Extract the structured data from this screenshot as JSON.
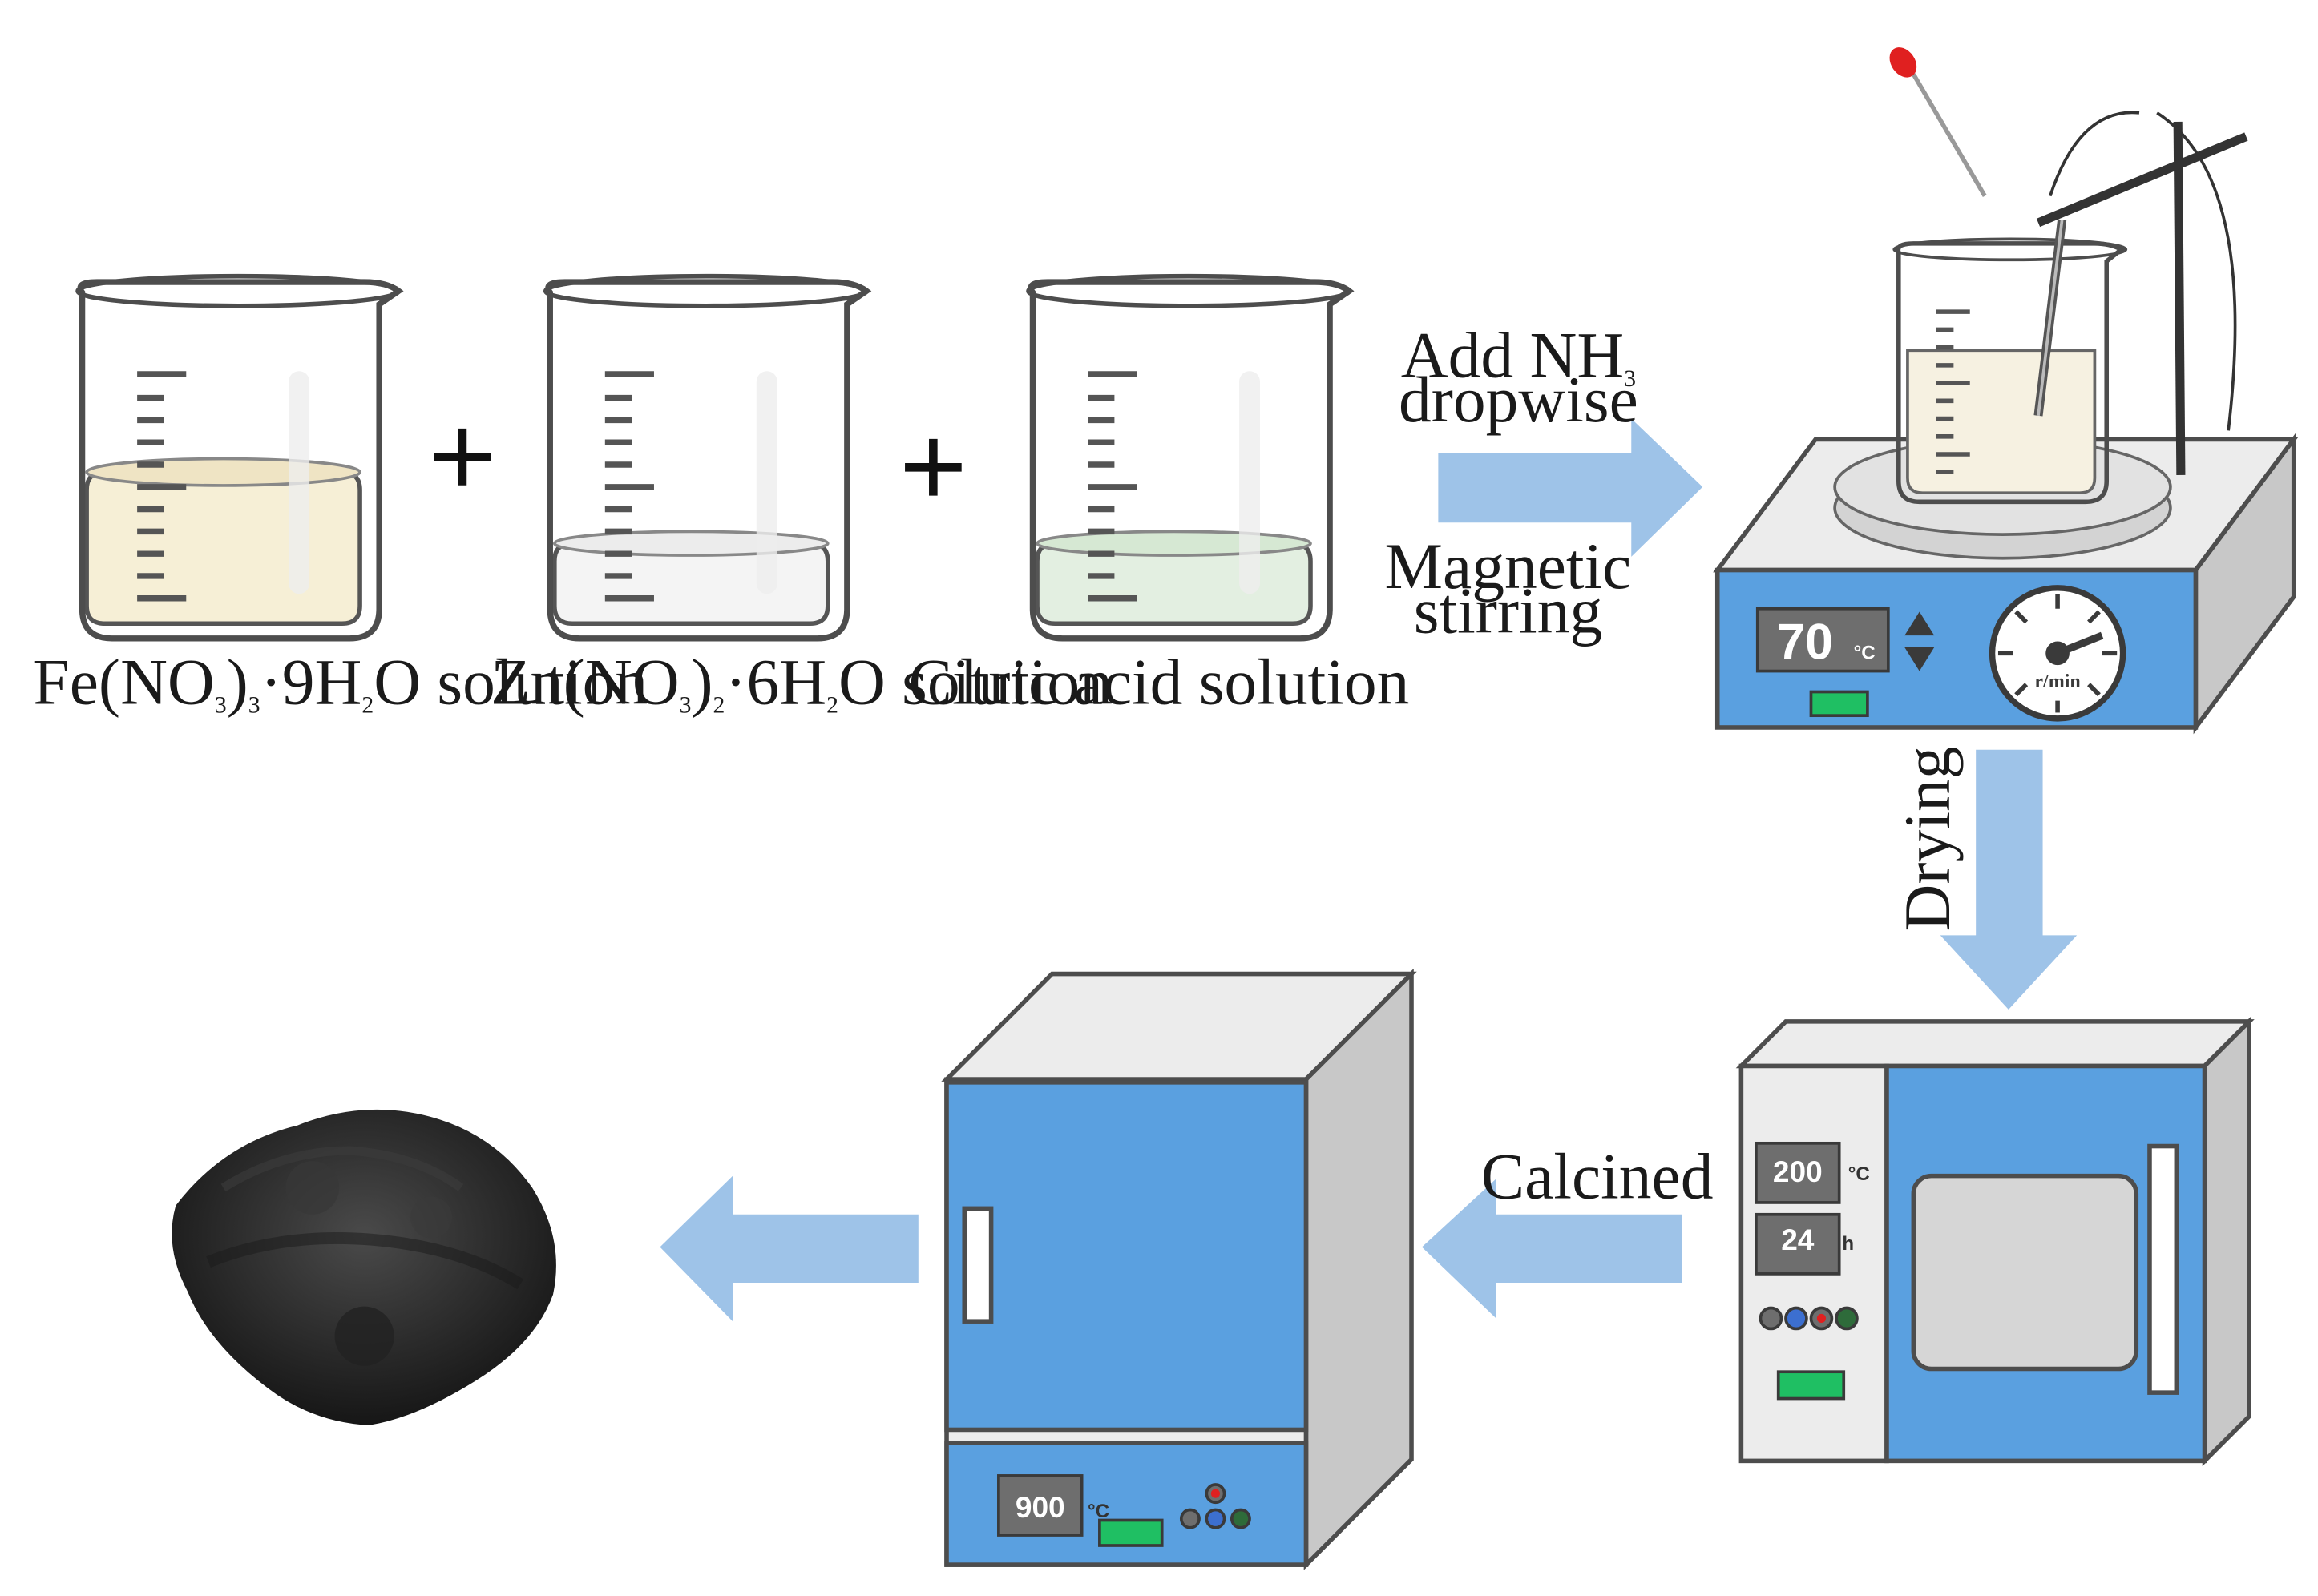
{
  "colors": {
    "arrow": "#9ec3e8",
    "device_blue": "#5aa0e0",
    "beaker_outline": "#4d4d4d",
    "fe_solution": "#f6efd6",
    "zn_solution": "#f4f4f4",
    "citric_solution": "#e3efe1",
    "display_bg": "#6e6e6e",
    "led_green": "#1fbf63",
    "powder": "#2a2a2a"
  },
  "beakers": [
    {
      "label_main": "Fe(NO",
      "sub1": "3",
      "label_mid": ")",
      "sub2": "3",
      "label_mid2": "·9H",
      "sub3": "2",
      "label_end": "O solution"
    },
    {
      "label_main": "Zn(NO",
      "sub1": "3",
      "label_mid": ")",
      "sub2": "2",
      "label_mid2": "·6H",
      "sub3": "2",
      "label_end": "O solution"
    },
    {
      "label": "Citric acid solution"
    }
  ],
  "operators": [
    "+",
    "+"
  ],
  "step1": {
    "top_line1": "Add NH",
    "top_sub": "3",
    "top_line2": "dropwise",
    "bottom_line1": "Magnetic",
    "bottom_line2": "stirring"
  },
  "stirrer": {
    "temperature": "70",
    "unit": "°C",
    "dial_label": "r/min"
  },
  "step2": {
    "label": "Drying"
  },
  "oven": {
    "temperature": "200",
    "temp_unit": "°C",
    "time": "24",
    "time_unit": "h"
  },
  "step3": {
    "label": "Calcined"
  },
  "furnace": {
    "temperature": "900",
    "unit": "°C"
  },
  "product": {
    "icon": "powder-pile-icon"
  }
}
